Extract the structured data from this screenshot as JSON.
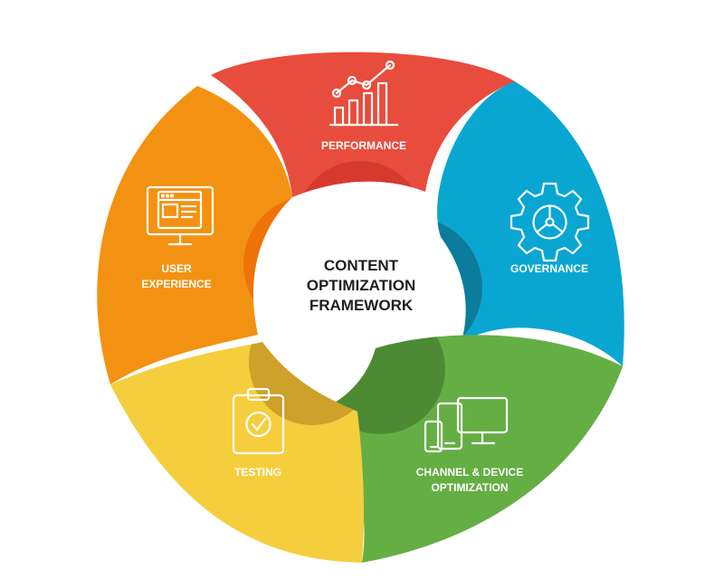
{
  "center": {
    "lines": [
      "CONTENT",
      "OPTIMIZATION",
      "FRAMEWORK"
    ]
  },
  "segments": [
    {
      "id": "performance",
      "lines": [
        "PERFORMANCE"
      ],
      "color": "#E84C3D",
      "overlap": "#D63A2E",
      "icon": "bar-chart-trend-icon"
    },
    {
      "id": "governance",
      "lines": [
        "GOVERNANCE"
      ],
      "color": "#0AA6D2",
      "overlap": "#0B7C9B",
      "icon": "gear-icon"
    },
    {
      "id": "channel",
      "lines": [
        "CHANNEL & DEVICE",
        "OPTIMIZATION"
      ],
      "color": "#65AE44",
      "overlap": "#4D8A34",
      "icon": "devices-icon"
    },
    {
      "id": "testing",
      "lines": [
        "TESTING"
      ],
      "color": "#F5CE3E",
      "overlap": "#CDA12A",
      "icon": "clipboard-check-icon"
    },
    {
      "id": "ux",
      "lines": [
        "USER",
        "EXPERIENCE"
      ],
      "color": "#F39212",
      "overlap": "#EE7308",
      "icon": "monitor-layout-icon"
    }
  ]
}
